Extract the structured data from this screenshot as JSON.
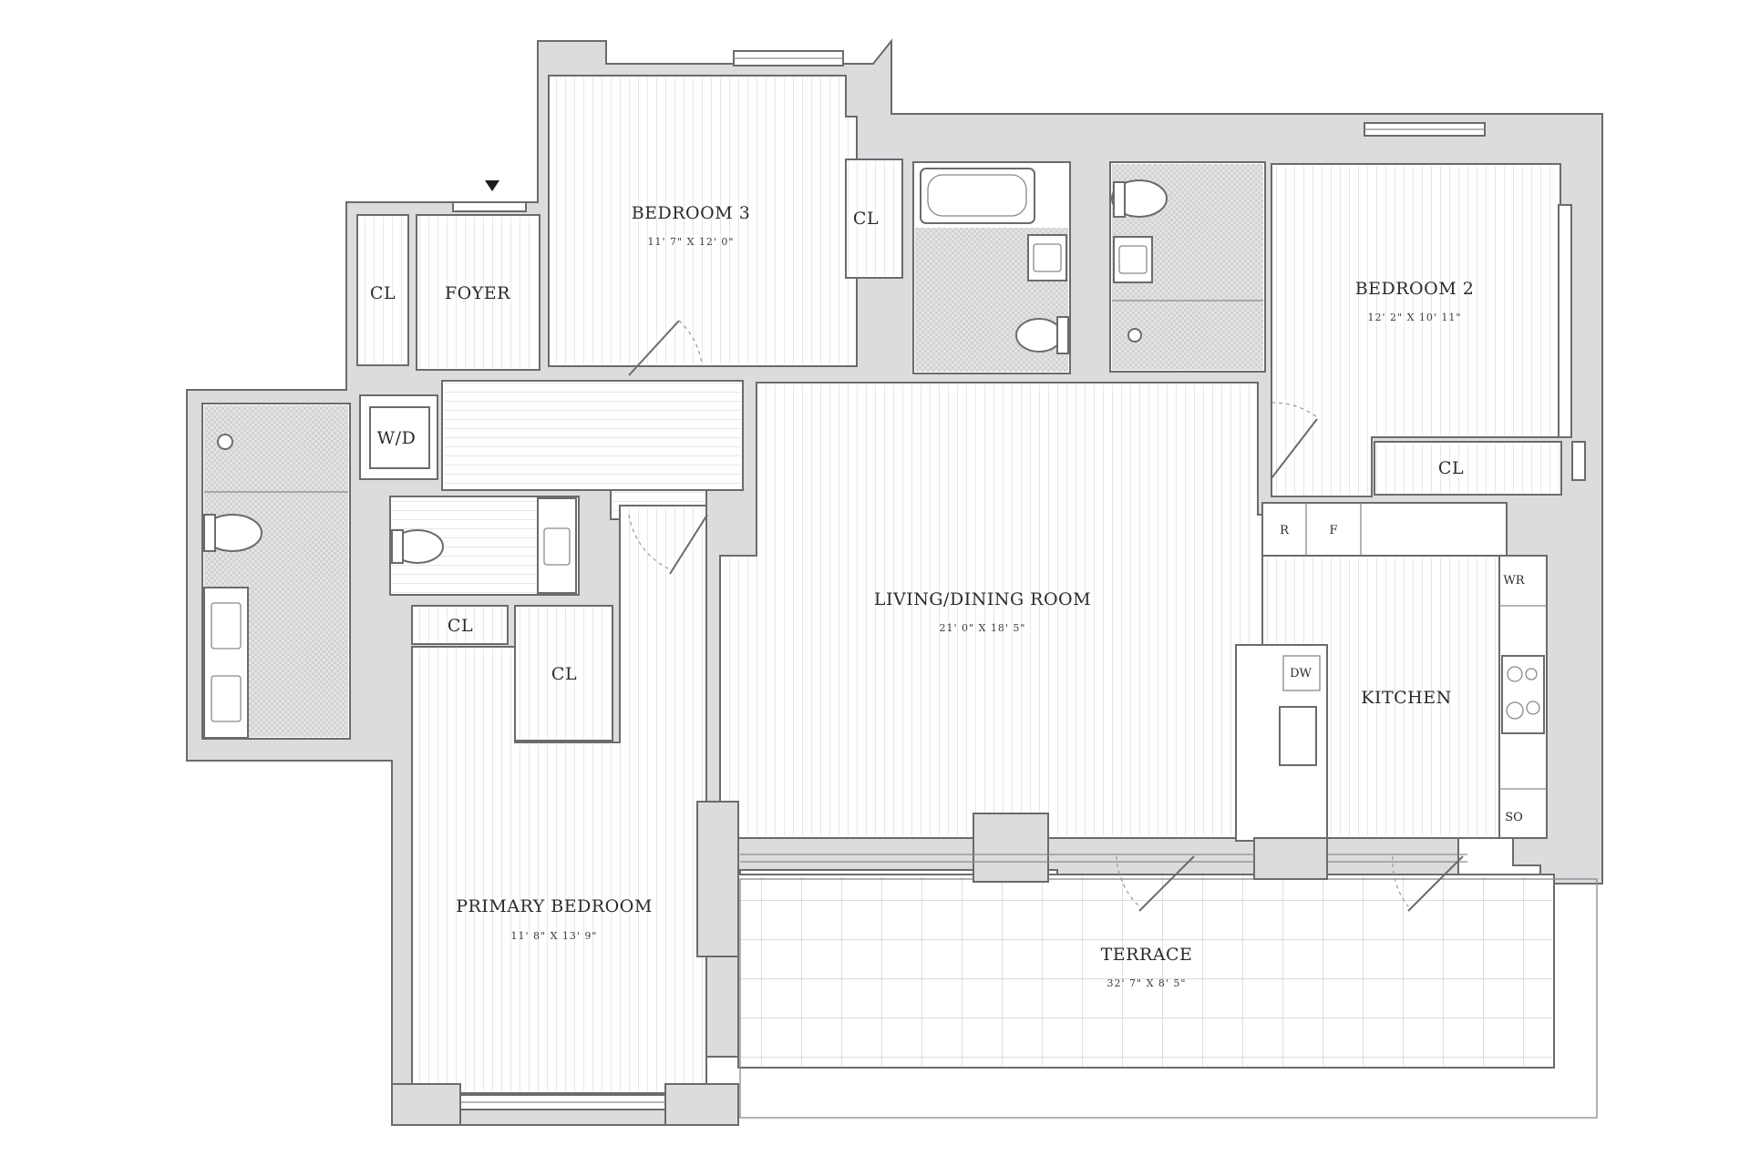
{
  "colors": {
    "wall": "#dcdcde",
    "line": "#6b6b6e",
    "tile": "#ededf0",
    "text": "#2b2b2d"
  },
  "icons": {
    "entry_marker": "down-triangle-icon"
  },
  "rooms": {
    "bedroom3": {
      "name": "BEDROOM 3",
      "dims": "11'  7\" X 12'  0\""
    },
    "bedroom2": {
      "name": "BEDROOM 2",
      "dims": "12'  2\" X 10'  11\""
    },
    "foyer": {
      "name": "FOYER"
    },
    "living": {
      "name": "LIVING/DINING ROOM",
      "dims": "21'  0\" X 18'  5\""
    },
    "kitchen": {
      "name": "KITCHEN"
    },
    "primary": {
      "name": "PRIMARY BEDROOM",
      "dims": "11'  8\" X 13'  9\""
    },
    "terrace": {
      "name": "TERRACE",
      "dims": "32'  7\" X 8'  5\""
    }
  },
  "closets": {
    "cl": "CL"
  },
  "utilities": {
    "wd": "W/D"
  },
  "appliances": {
    "r": "R",
    "f": "F",
    "wr": "WR",
    "dw": "DW",
    "so": "SO"
  }
}
